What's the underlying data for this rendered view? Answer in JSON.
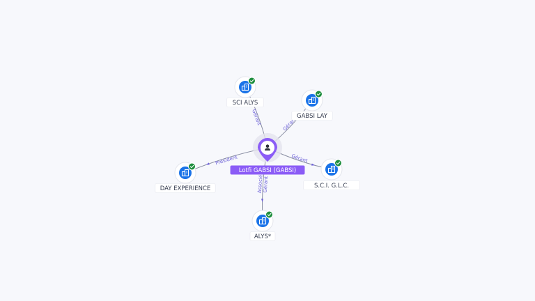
{
  "graph": {
    "center": {
      "label": "Lotfi GABSI (GABSI)",
      "icon": "person-icon",
      "color": "#8b5cf6"
    },
    "companies": [
      {
        "id": "sci-alys",
        "label": "SCI ALYS",
        "icon": "building-icon",
        "verified": true
      },
      {
        "id": "gabsi-lay",
        "label": "GABSI LAY",
        "icon": "building-icon",
        "verified": true
      },
      {
        "id": "sci-glc",
        "label": "S.C.I. G.L.C.",
        "icon": "building-icon",
        "verified": true
      },
      {
        "id": "alys",
        "label": "ALYS*",
        "icon": "building-icon",
        "verified": true
      },
      {
        "id": "day-experience",
        "label": "DAY EXPERIENCE",
        "icon": "building-icon",
        "verified": true
      }
    ],
    "edges": [
      {
        "to": "sci-alys",
        "role": "Gérant"
      },
      {
        "to": "gabsi-lay",
        "role": "Gérant"
      },
      {
        "to": "sci-glc",
        "role": "Gérant"
      },
      {
        "to": "alys",
        "role": "Gérant",
        "role2": "Associé"
      },
      {
        "to": "day-experience",
        "role": "Président"
      }
    ],
    "colors": {
      "edge": "#8a8fa3",
      "edge_label": "#6b5fd8",
      "company_icon": "#1a73e8",
      "verified_badge": "#1e8e3e"
    }
  }
}
